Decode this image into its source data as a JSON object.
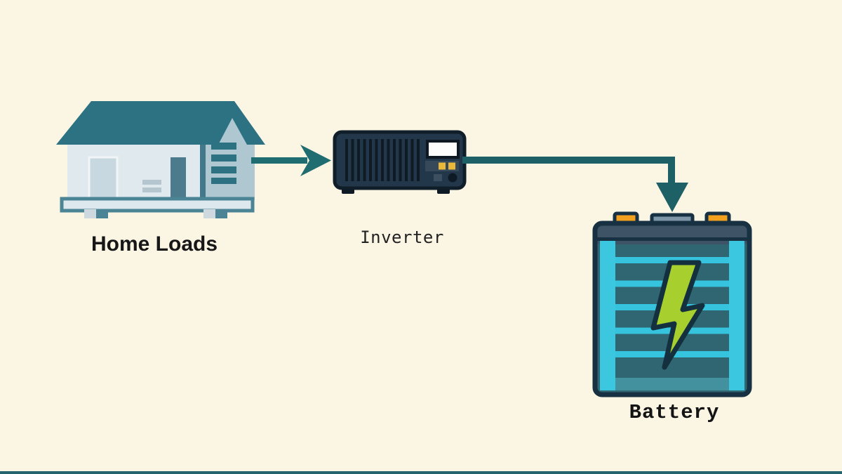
{
  "diagram": {
    "description": "Home energy flow diagram",
    "nodes": {
      "home": {
        "label": "Home Loads",
        "icon": "house-icon"
      },
      "inverter": {
        "label": "Inverter",
        "icon": "inverter-icon"
      },
      "battery": {
        "label": "Battery",
        "icon": "battery-icon",
        "badge_icon": "lightning-bolt-icon"
      }
    },
    "edges": [
      {
        "from": "Home Loads",
        "to": "Inverter",
        "style": "straight-arrow-right"
      },
      {
        "from": "Inverter",
        "to": "Battery",
        "style": "elbow-right-then-down-arrow"
      }
    ]
  },
  "colors": {
    "background": "#fbf5e4",
    "arrow_teal": "#1f6d70",
    "connector_teal": "#1d6066",
    "roof_teal": "#2c7282",
    "house_wall": "#dfe9ee",
    "house_gable": "#aec7d1",
    "house_trim": "#4a8495",
    "house_door_dark": "#4b7b8c",
    "inverter_body": "#223749",
    "inverter_outline": "#101e29",
    "inverter_button_yellow": "#e9b83a",
    "battery_outline": "#173042",
    "battery_cap": "#3e5365",
    "battery_interior": "#306672",
    "battery_cyan": "#3bc7e0",
    "battery_base_bar": "#43909f",
    "terminal_orange": "#f2a01d",
    "terminal_gray": "#7e95a8",
    "bolt_green": "#a7d02e",
    "text": "#171717",
    "bottom_border": "#25646c"
  }
}
